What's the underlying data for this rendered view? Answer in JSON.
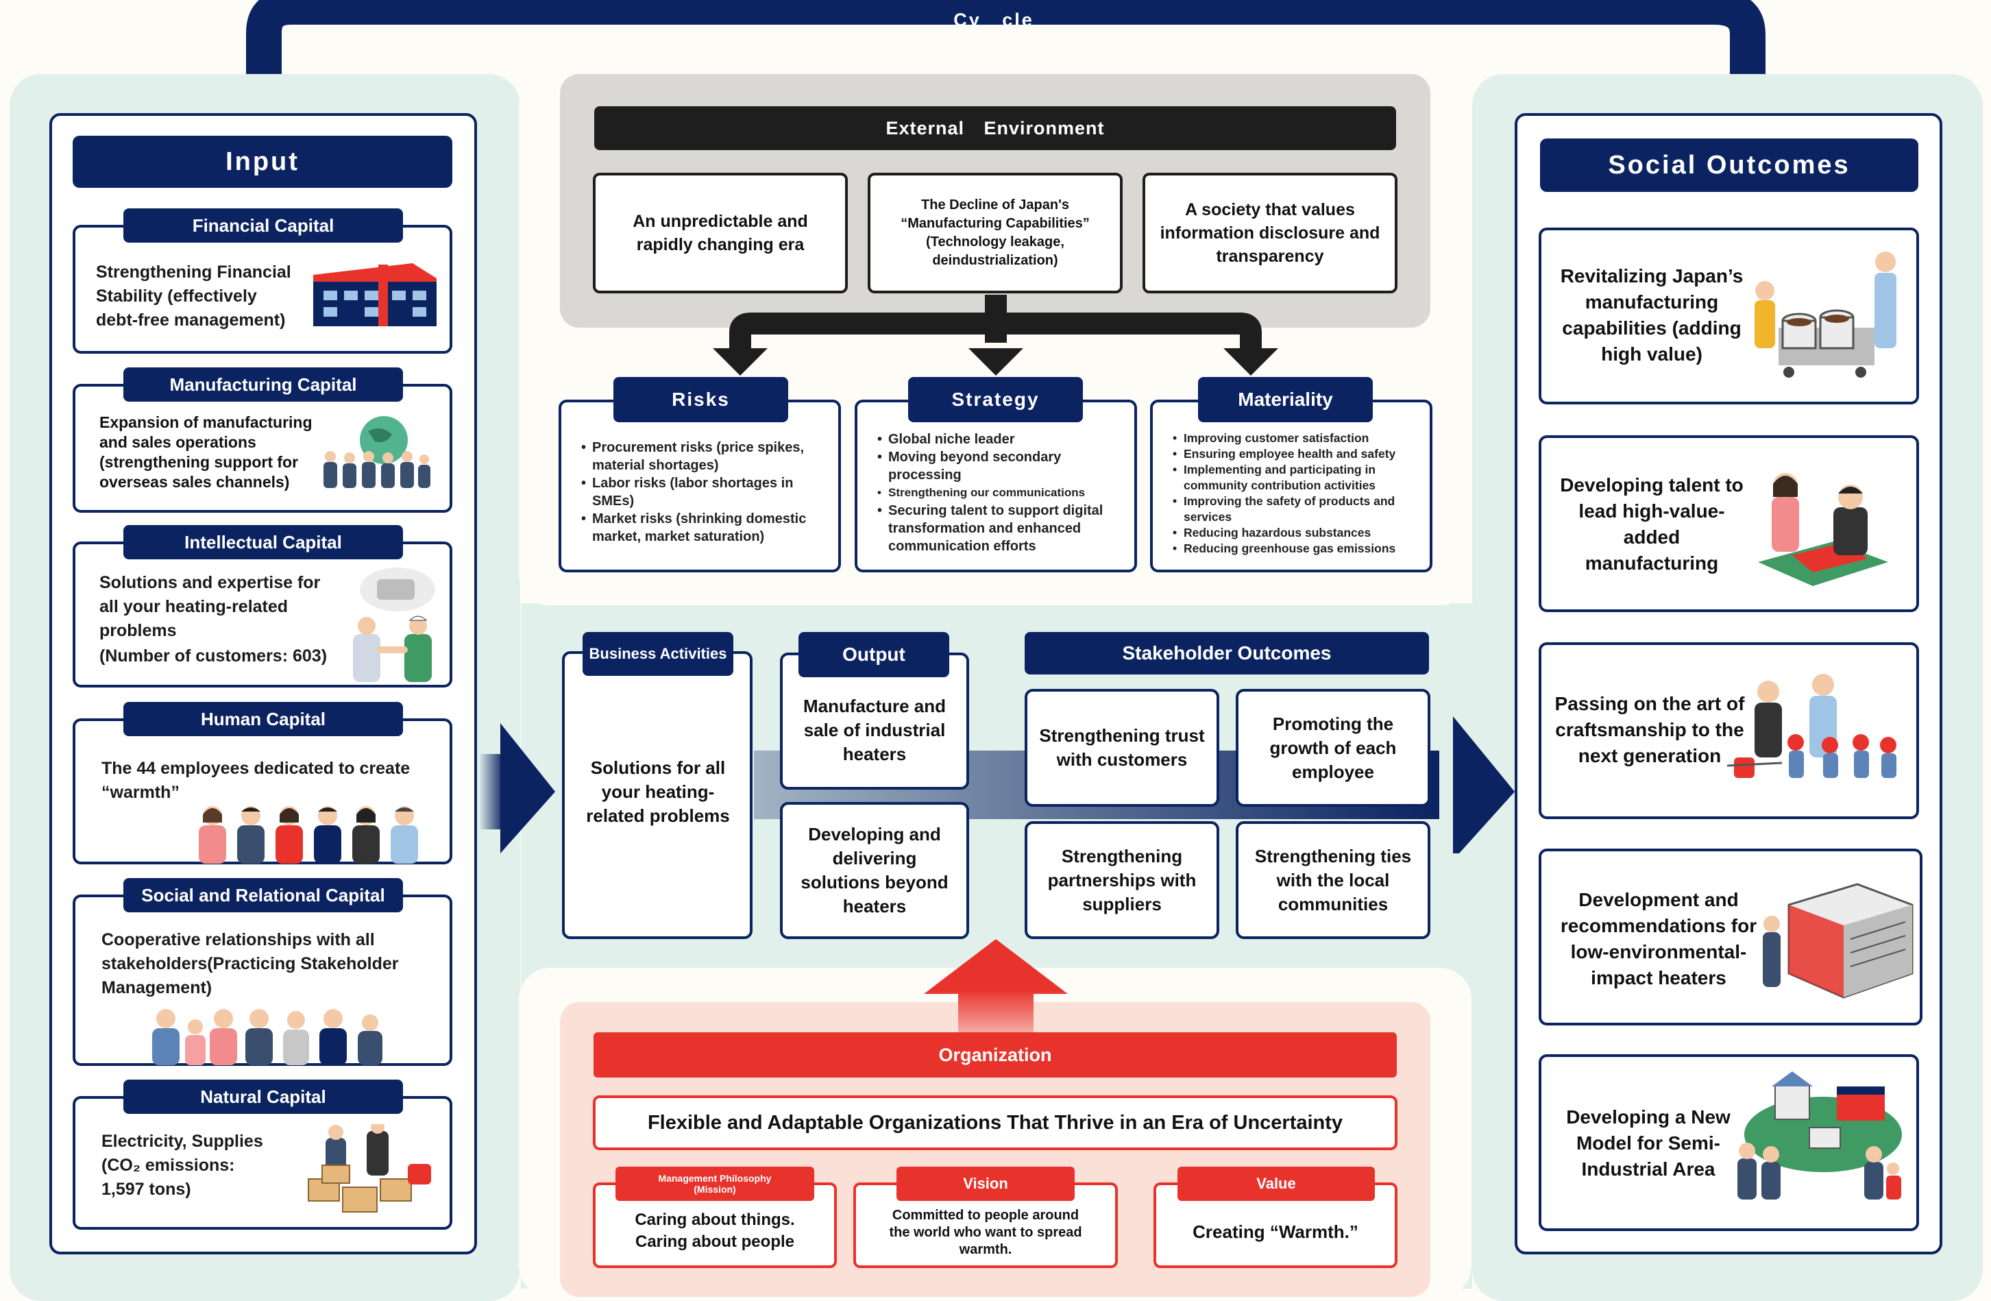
{
  "cycle_label": "Cy cle",
  "input": {
    "title": "Input",
    "capitals": [
      {
        "title": "Financial Capital",
        "text": "Strengthening Financial Stability (effectively debt-free management)",
        "icon": "factory-icon"
      },
      {
        "title": "Manufacturing Capital",
        "text": "Expansion of manufacturing and sales operations (strengthening support for overseas sales channels)",
        "icon": "globe-people-icon"
      },
      {
        "title": "Intellectual Capital",
        "text": "Solutions and expertise for all your heating-related problems",
        "extra": "(Number of customers: 603)",
        "icon": "handshake-icon"
      },
      {
        "title": "Human Capital",
        "text": "The 44 employees dedicated to create “warmth”",
        "icon": "employees-icon"
      },
      {
        "title": "Social and Relational Capital",
        "text": "Cooperative relationships with all stakeholders(Practicing Stakeholder Management)",
        "icon": "stakeholders-icon"
      },
      {
        "title": "Natural Capital",
        "text": "Electricity, Supplies (CO₂ emissions: 1,597 tons)",
        "icon": "boxes-icon"
      }
    ]
  },
  "external": {
    "title": "External Environment",
    "boxes": [
      "An unpredictable and rapidly changing era",
      "The Decline of Japan's “Manufacturing Capabilities” (Technology leakage, deindustrialization)",
      "A society that values information disclosure and transparency"
    ]
  },
  "risks": {
    "title": "Risks",
    "items": [
      "Procurement risks (price spikes, material shortages)",
      "Labor risks (labor shortages in SMEs)",
      "Market risks (shrinking domestic market, market saturation)"
    ]
  },
  "strategy": {
    "title": "Strategy",
    "items": [
      "Global niche leader",
      "Moving beyond secondary processing",
      "Strengthening our communications",
      "Securing talent to support digital transformation and enhanced communication efforts"
    ]
  },
  "materiality": {
    "title": "Materiality",
    "items": [
      "Improving customer satisfaction",
      "Ensuring employee health and safety",
      "Implementing and participating in community contribution activities",
      "Improving the safety of products and services",
      "Reducing hazardous substances",
      "Reducing greenhouse gas emissions"
    ]
  },
  "business": {
    "title": "Business Activities",
    "text": "Solutions for all your heating-related problems"
  },
  "output": {
    "title": "Output",
    "items": [
      "Manufacture and sale of industrial heaters",
      "Developing and delivering solutions beyond heaters"
    ]
  },
  "stakeholder": {
    "title": "Stakeholder Outcomes",
    "items": [
      "Strengthening trust with customers",
      "Promoting the growth of each employee",
      "Strengthening partnerships with suppliers",
      "Strengthening ties with the local communities"
    ]
  },
  "organization": {
    "title": "Organization",
    "banner": "Flexible and Adaptable Organizations That Thrive in an Era of Uncertainty",
    "mission_title": "Management Philosophy (Mission)",
    "mission_text": "Caring about things. Caring about people",
    "vision_title": "Vision",
    "vision_text": "Committed to people around the world who want to spread warmth.",
    "value_title": "Value",
    "value_text": "Creating “Warmth.”"
  },
  "social": {
    "title": "Social Outcomes",
    "items": [
      {
        "text": "Revitalizing Japan’s manufacturing capabilities (adding high value)",
        "icon": "pots-icon"
      },
      {
        "text": "Developing talent to lead high-value-added manufacturing",
        "icon": "mentoring-icon"
      },
      {
        "text": "Passing on the art of craftsmanship to the next generation",
        "icon": "children-icon"
      },
      {
        "text": "Development and recommendations for low-environmental-impact heaters",
        "icon": "heater-unit-icon"
      },
      {
        "text": "Developing a New Model for Semi-Industrial Area",
        "icon": "town-icon"
      }
    ]
  },
  "colors": {
    "navy": "#0b2461",
    "red": "#e8332c",
    "teal_panel": "#e2f0ec",
    "gray_panel": "#d9d8d4",
    "pink_panel": "#fbe0d8"
  }
}
